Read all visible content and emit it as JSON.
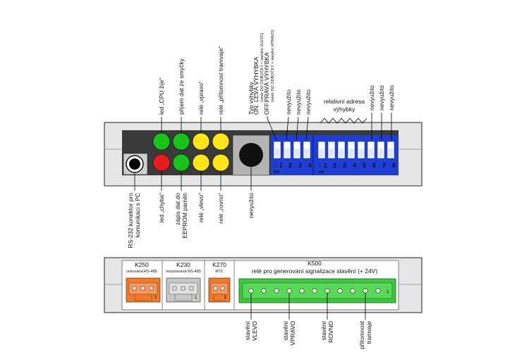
{
  "top": {
    "labels_above": {
      "led_cpu": "led „CPU žije“",
      "prijem": "příjem dat ze smyčky",
      "rele_vpravo": "relé „vpravo“",
      "rele_pritomnost": "relé „přítomnost tramvaje“",
      "typ_title": "Typ výhybky",
      "on_label": "ON:",
      "on_text": "LEVÁ VÝHYBKA",
      "on_sub": "(směr DO ODBOČKY = stavění VLEVO)",
      "off_label": "OFF:",
      "off_text": "PRAVÁ VÝHYBKA",
      "off_sub": "(směr DO ODBOČKY = stavění VPRAVO)",
      "nevyuzito": "nevyužito",
      "relativni": "relativní adresa",
      "vyhybky": "výhybky"
    },
    "labels_below": {
      "rs232_l1": "RS-232 konektor pro",
      "rs232_l2": "komunikaci s PC",
      "led_chyba": "led „chyba“",
      "zapis_l1": "zápis dat do",
      "zapis_l2": "EEPROM paměti",
      "rele_vlevo": "relé „vlevo“",
      "rele_rovno": "relé „rovno“",
      "nevyuzito": "nevyužito"
    },
    "dip_left": {
      "numbers": [
        "1",
        "2",
        "3",
        "4"
      ],
      "on": "ON",
      "arrow": "↓"
    },
    "dip_right": {
      "numbers": [
        "1",
        "2",
        "3",
        "4",
        "5",
        "6",
        "7",
        "8"
      ],
      "on": "ON",
      "arrow": "↓"
    },
    "colors": {
      "green": "#19c419",
      "red": "#e81c1c",
      "yellow": "#ffe619",
      "blue": "#1f3fd4"
    }
  },
  "bottom": {
    "k250": {
      "name": "K250",
      "desc": "izolovaná RS-485",
      "pin": "1"
    },
    "k230": {
      "name": "K230",
      "desc": "neizolovaná RS-485",
      "pin": "1"
    },
    "k270": {
      "name": "K270",
      "desc": "RTC",
      "pin": "1"
    },
    "k500": {
      "name": "K500",
      "desc": "relé pro generování signalizace stavění (+ 24V)",
      "pin": "1"
    },
    "labels": {
      "vlevo_l1": "stavění",
      "vlevo_l2": "VLEVO",
      "vpravo_l1": "stavění",
      "vpravo_l2": "VPRAVO",
      "rovno_l1": "stavění",
      "rovno_l2": "ROVNO",
      "pritomnost_l1": "přítomnost",
      "pritomnost_l2": "tramvaje"
    },
    "colors": {
      "orange": "#f07a2a",
      "gray": "#c8c8c8",
      "green": "#3cc83c"
    }
  }
}
